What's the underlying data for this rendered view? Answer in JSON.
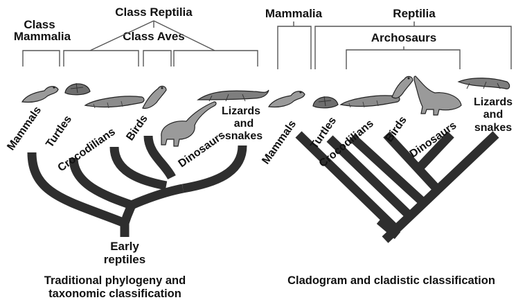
{
  "colors": {
    "branch": "#2e2e2e",
    "bracket": "#555555",
    "text": "#111111",
    "animal_fill": "#9a9a9a"
  },
  "left": {
    "groups": {
      "class_reptilia": "Class Reptilia",
      "class_mammalia_line1": "Class",
      "class_mammalia_line2": "Mammalia",
      "class_aves": "Class Aves"
    },
    "taxa": {
      "mammals": "Mammals",
      "turtles": "Turtles",
      "crocodilians": "Crocodilians",
      "birds": "Birds",
      "dinosaurs": "Dinosaurs",
      "lizards_line1": "Lizards",
      "lizards_line2": "and",
      "lizards_line3": "snakes"
    },
    "root_line1": "Early",
    "root_line2": "reptiles",
    "caption_line1": "Traditional phylogeny and",
    "caption_line2": "taxonomic classification"
  },
  "right": {
    "groups": {
      "mammalia": "Mammalia",
      "reptilia": "Reptilia",
      "archosaurs": "Archosaurs"
    },
    "taxa": {
      "mammals": "Mammals",
      "turtles": "Turtles",
      "crocodilians": "Crocodilians",
      "birds": "Birds",
      "dinosaurs": "Dinosaurs",
      "lizards_line1": "Lizards",
      "lizards_line2": "and",
      "lizards_line3": "snakes"
    },
    "caption": "Cladogram and cladistic classification"
  },
  "icons": {
    "mammal": "weasel-icon",
    "turtle": "turtle-icon",
    "crocodile": "crocodile-icon",
    "bird": "bird-icon",
    "dinosaur": "sauropod-icon",
    "lizard": "lizard-icon"
  }
}
